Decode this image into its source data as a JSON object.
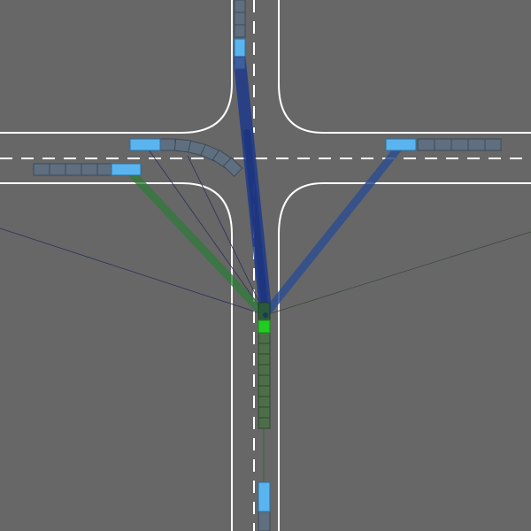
{
  "scene": {
    "type": "traffic-intersection-simulation",
    "colors": {
      "ground": "#676767",
      "road_line": "#ffffff",
      "vehicle_highlight": "#5ab4f0",
      "vehicle_trail": "#5f6f80",
      "ego_vehicle": "#22cc22",
      "ego_trail": "#4e6e4a",
      "attention_strong": "#1f3a8a",
      "attention_medium": "#2f4f8f",
      "attention_green": "#2f7a3a",
      "ray_thin": "#2a2f5a"
    },
    "ego_heading": "north",
    "other_agents": [
      "north-bound-lane-top",
      "west-bound-lane-right",
      "east-bound-lane-left",
      "turning-left-top-left",
      "south-bound-lane-bottom"
    ]
  }
}
